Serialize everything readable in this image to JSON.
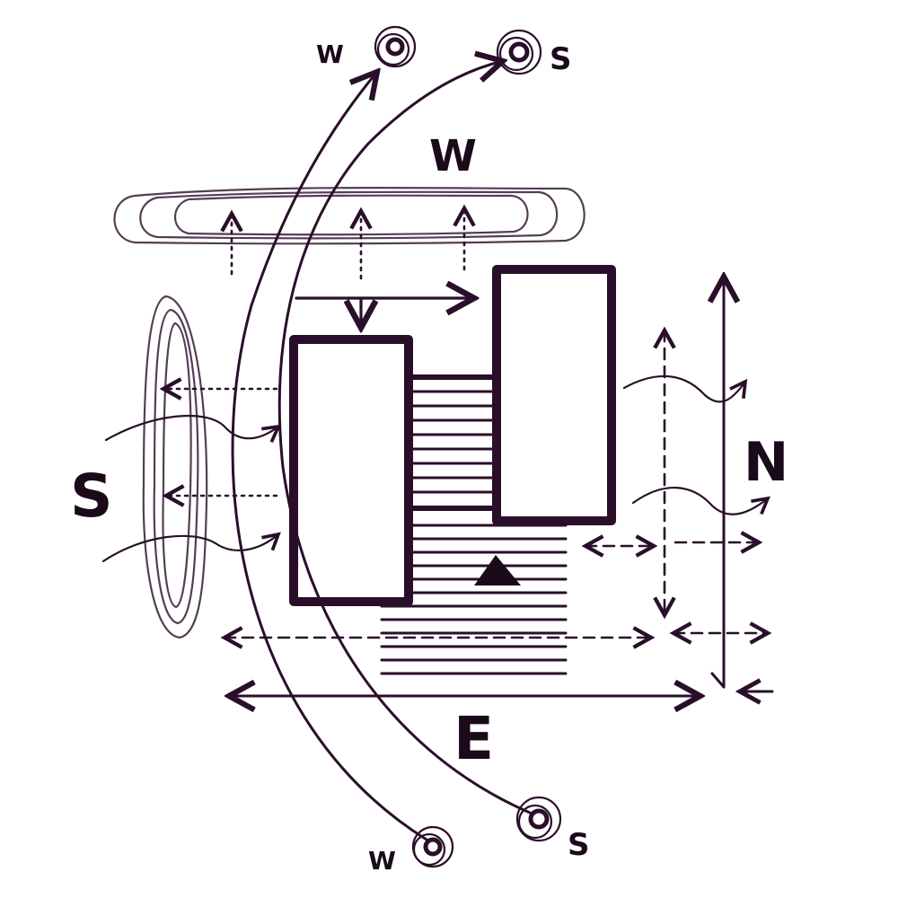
{
  "labels": {
    "west_top": "W",
    "south_top": "S",
    "west_big": "W",
    "south_big": "S",
    "north_big": "N",
    "east_big": "E",
    "west_bottom": "W",
    "south_bottom": "S"
  },
  "colors": {
    "ink": "#2a0f2a",
    "fill": "#1a0a1a",
    "background": "#ffffff"
  }
}
